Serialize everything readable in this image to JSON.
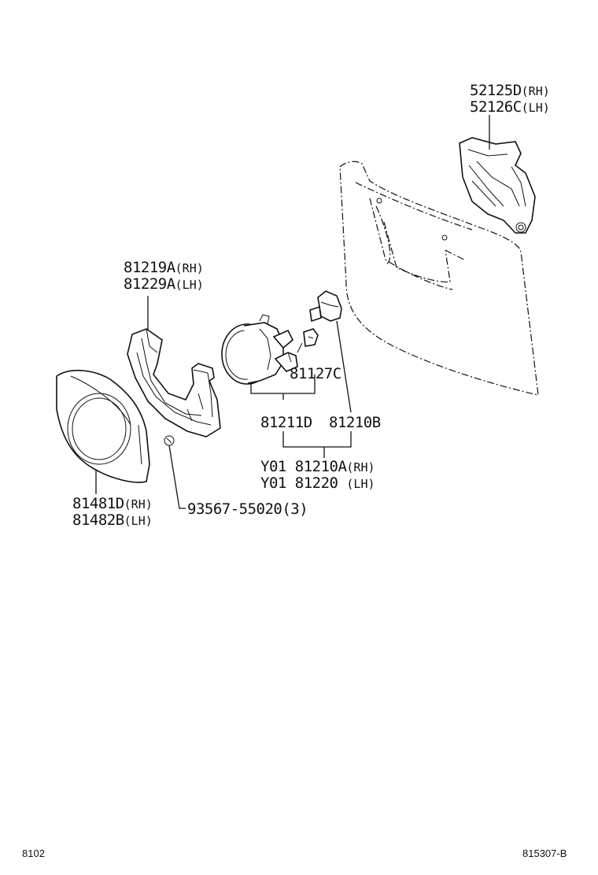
{
  "diagram_id": "815307-B",
  "section_code": "8102",
  "callouts": [
    {
      "id": "p52125",
      "code": "52125D",
      "suffix": "(RH)"
    },
    {
      "id": "p52126",
      "code": "52126C",
      "suffix": "(LH)"
    },
    {
      "id": "p81219",
      "code": "81219A",
      "suffix": "(RH)"
    },
    {
      "id": "p81229",
      "code": "81229A",
      "suffix": "(LH)"
    },
    {
      "id": "p81127",
      "code": "81127C",
      "suffix": ""
    },
    {
      "id": "p81211",
      "code": "81211D",
      "suffix": ""
    },
    {
      "id": "p81210b",
      "code": "81210B",
      "suffix": ""
    },
    {
      "id": "pY01a",
      "code": "Y01 81210A",
      "suffix": "(RH)"
    },
    {
      "id": "pY01b",
      "code": "Y01 81220 ",
      "suffix": "(LH)"
    },
    {
      "id": "p81481",
      "code": "81481D",
      "suffix": "(RH)"
    },
    {
      "id": "p81482",
      "code": "81482B",
      "suffix": "(LH)"
    },
    {
      "id": "p93567",
      "code": "93567-55020(3)",
      "suffix": ""
    }
  ],
  "parts": [
    {
      "name": "bumper-cover"
    },
    {
      "name": "bumper-bracket"
    },
    {
      "name": "fog-lamp-bracket"
    },
    {
      "name": "fog-lamp-assembly"
    },
    {
      "name": "fog-lamp-bulb"
    },
    {
      "name": "fog-lamp-socket"
    },
    {
      "name": "fog-lamp-bezel"
    },
    {
      "name": "screw"
    }
  ]
}
